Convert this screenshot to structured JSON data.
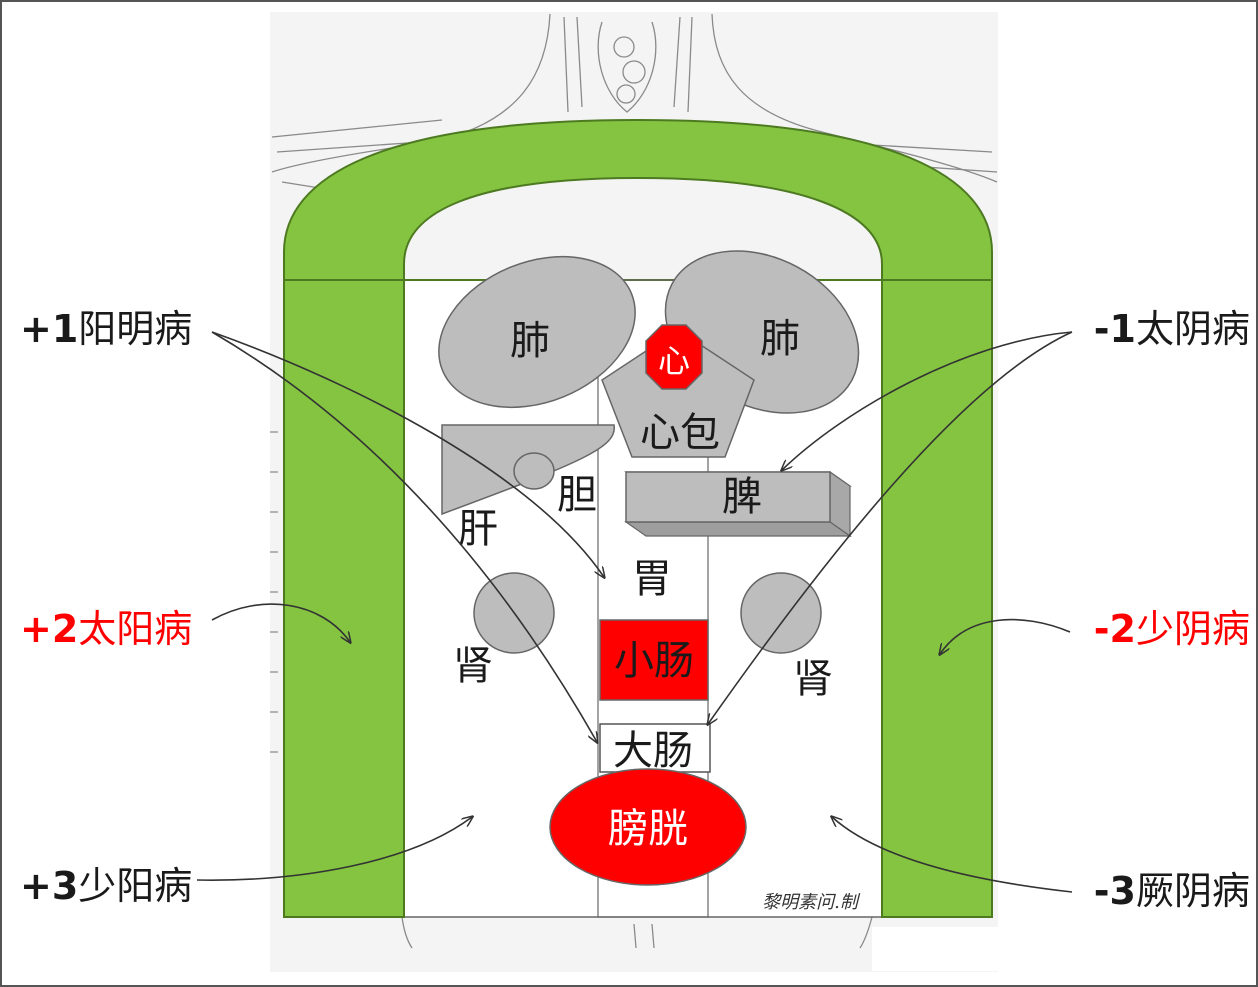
{
  "diagram": {
    "organs": {
      "lung_left": "肺",
      "lung_right": "肺",
      "heart": "心",
      "pericardium": "心包",
      "gallbladder": "胆",
      "liver": "肝",
      "spleen": "脾",
      "stomach": "胃",
      "kidney_left": "肾",
      "kidney_right": "肾",
      "small_intestine": "小肠",
      "large_intestine": "大肠",
      "bladder": "膀胱"
    },
    "labels": {
      "yangming_num": "+1",
      "yangming_text": "阳明病",
      "taiyang_num": "+2",
      "taiyang_text": "太阳病",
      "shaoyang_num": "+3",
      "shaoyang_text": "少阳病",
      "taiyin_num": "-1",
      "taiyin_text": "太阴病",
      "shaoyin_num": "-2",
      "shaoyin_text": "少阴病",
      "jueyin_num": "-3",
      "jueyin_text": "厥阴病"
    },
    "watermark": "黎明素问.制",
    "colors": {
      "green": "#84c441",
      "red": "#ff0000",
      "organ_gray": "#bdbdbd",
      "label_black": "#1a1a1a",
      "label_red": "#ff0000"
    }
  }
}
